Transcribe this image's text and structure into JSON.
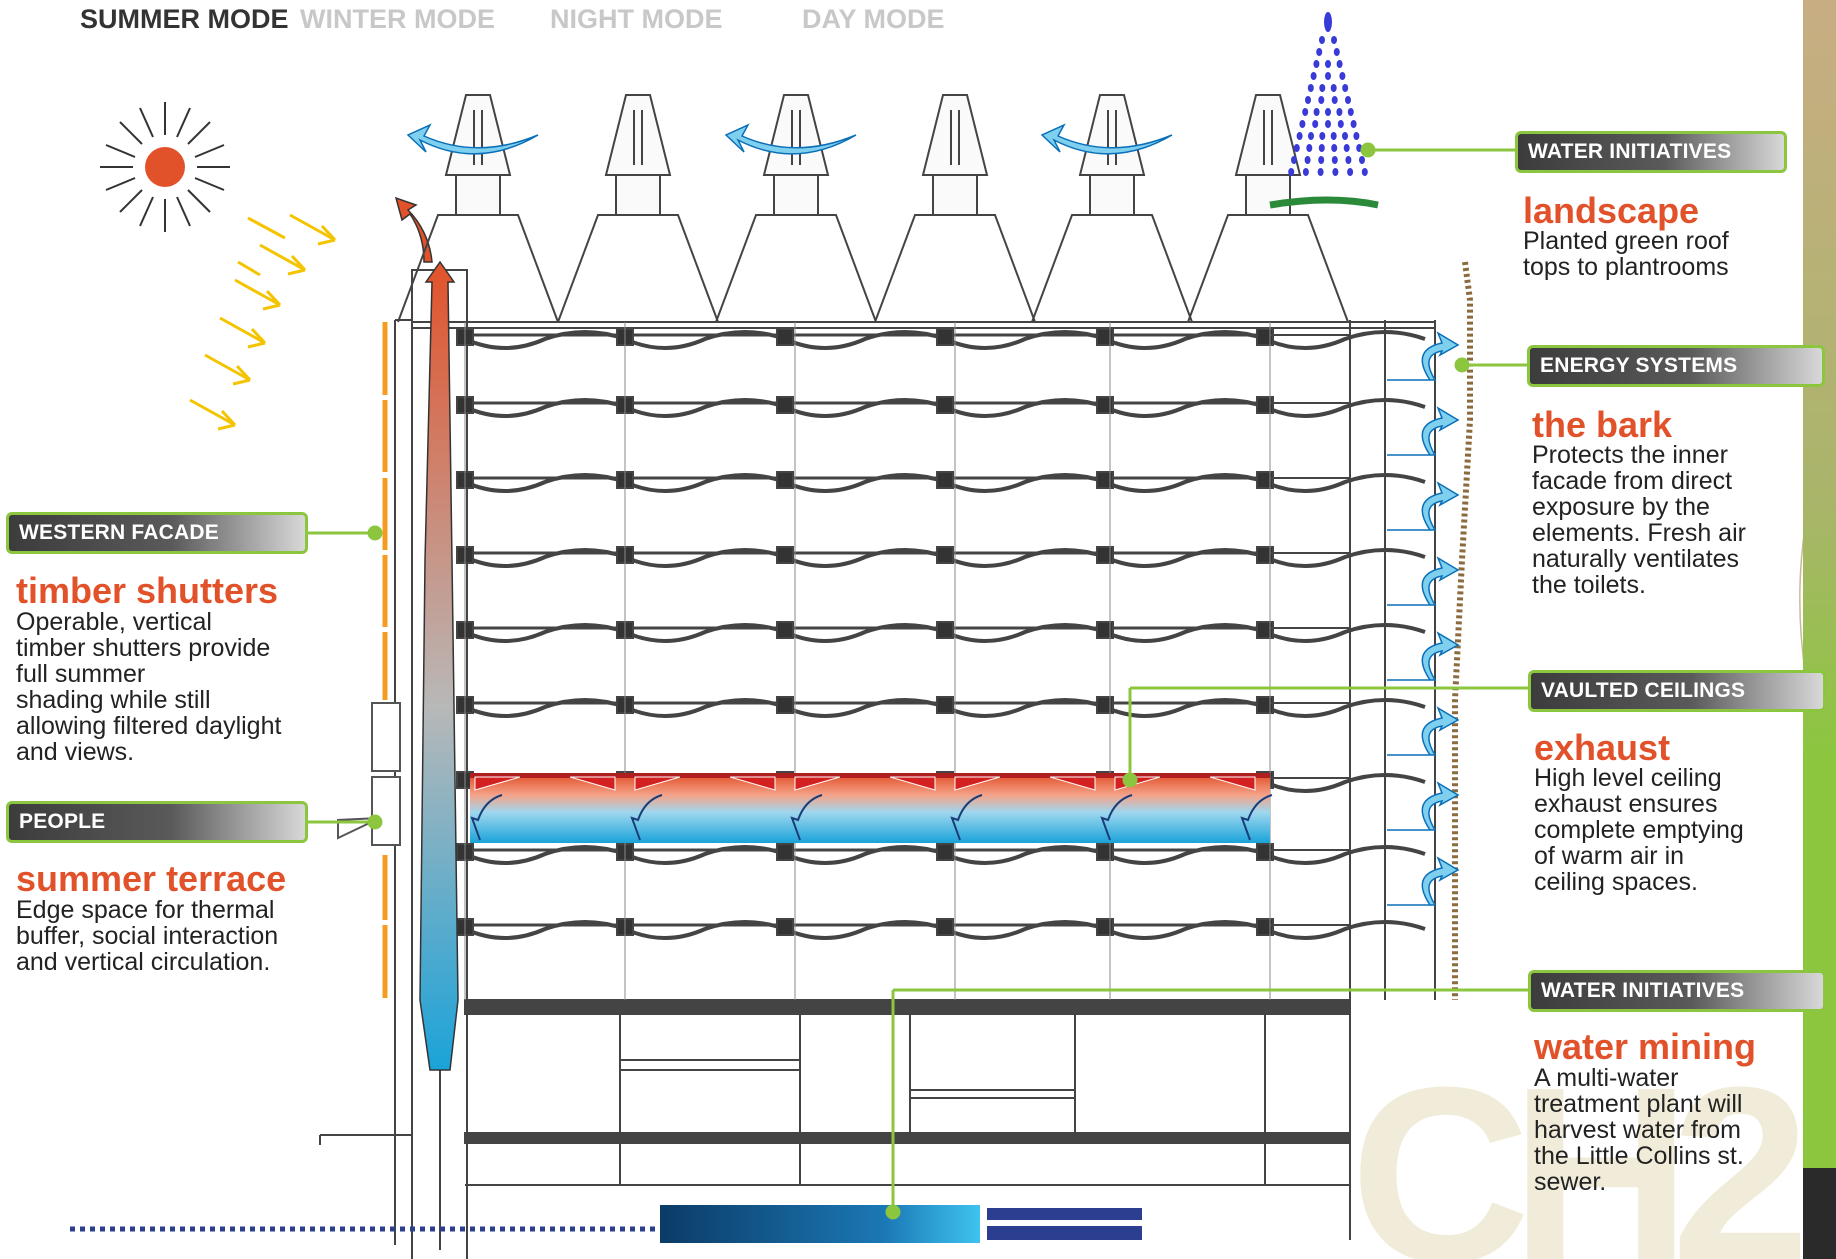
{
  "mode_tabs": [
    {
      "label": "SUMMER MODE",
      "active": true
    },
    {
      "label": "WINTER MODE",
      "active": false
    },
    {
      "label": "NIGHT MODE",
      "active": false
    },
    {
      "label": "DAY MODE",
      "active": false
    }
  ],
  "callouts": {
    "water_top": {
      "tag": "WATER INITIATIVES",
      "title": "landscape",
      "body": "Planted green roof\ntops to plantrooms"
    },
    "energy": {
      "tag": "ENERGY SYSTEMS",
      "title": "the bark",
      "body": "Protects the inner\nfacade from direct\nexposure by the\nelements. Fresh air\nnaturally ventilates\nthe toilets."
    },
    "vaulted": {
      "tag": "VAULTED CEILINGS",
      "title": "exhaust",
      "body": "High level ceiling\nexhaust ensures\ncomplete emptying\nof warm air in\nceiling spaces."
    },
    "water_bottom": {
      "tag": "WATER INITIATIVES",
      "title": "water mining",
      "body": "A multi-water\ntreatment plant will\nharvest water from\nthe Little Collins st.\nsewer."
    },
    "western": {
      "tag": "WESTERN FACADE",
      "title": "timber shutters",
      "body": "Operable, vertical\ntimber shutters provide\nfull summer\nshading while still\nallowing filtered daylight\nand views."
    },
    "people": {
      "tag": "PEOPLE",
      "title": "summer terrace",
      "body": "Edge space for thermal\nbuffer, social interaction\nand vertical circulation."
    }
  },
  "watermark": "CH2",
  "colors": {
    "accent_green": "#8cc63f",
    "title_orange": "#e2522a",
    "sun": "#e2522a",
    "sun_rays": "#f5c400",
    "cool_air": "#1aa3d9",
    "warm_air": "#e2522a",
    "shutter": "#f39c1f",
    "bark": "#8b6b3e",
    "rain": "#3a3ad8",
    "water_tank": "#0b3b66"
  }
}
